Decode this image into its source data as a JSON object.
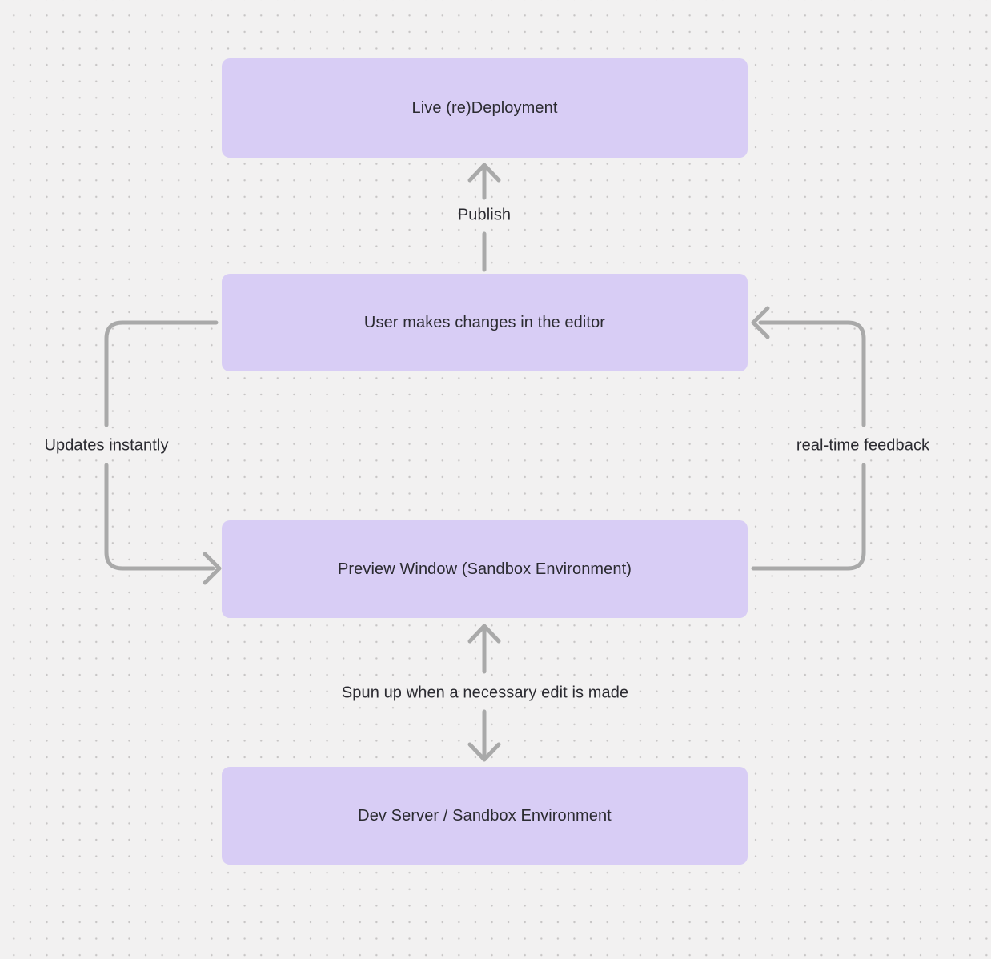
{
  "diagram": {
    "type": "flowchart",
    "colors": {
      "background": "#f2f1f1",
      "dot_grid": "#c7c5c5",
      "node_fill": "#d8cdf5",
      "arrow": "#a9a9a9",
      "text": "#2b2b31"
    },
    "nodes": [
      {
        "id": "live-redeployment",
        "label": "Live (re)Deployment"
      },
      {
        "id": "editor",
        "label": "User makes changes in the editor"
      },
      {
        "id": "preview-window",
        "label": "Preview Window (Sandbox Environment)"
      },
      {
        "id": "dev-server",
        "label": "Dev Server / Sandbox Environment"
      }
    ],
    "edges": [
      {
        "id": "publish",
        "label": "Publish",
        "from": "editor",
        "to": "live-redeployment",
        "direction": "up"
      },
      {
        "id": "updates-instantly",
        "label": "Updates instantly",
        "from": "editor",
        "to": "preview-window",
        "direction": "left-loop-down"
      },
      {
        "id": "real-time-feedback",
        "label": "real-time feedback",
        "from": "preview-window",
        "to": "editor",
        "direction": "right-loop-up"
      },
      {
        "id": "spun-up",
        "label": "Spun up when a necessary edit is made",
        "from": "preview-window",
        "to": "dev-server",
        "direction": "bidirectional"
      }
    ]
  }
}
